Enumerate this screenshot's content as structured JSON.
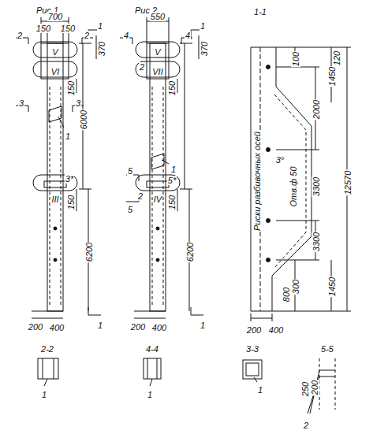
{
  "diagram": {
    "labels": [
      "Рис.1",
      "Рис.2",
      "1-1",
      "1",
      "1",
      "700",
      "150",
      "150",
      "2",
      "2",
      "370",
      "V",
      "VI",
      "150",
      "3",
      "3",
      "1",
      "6000",
      "3*",
      "III",
      "150",
      "6200",
      "200",
      "400",
      "1",
      "550",
      "4",
      "4",
      "370",
      "V",
      "2",
      "VII",
      "150",
      "5",
      "1",
      "2",
      "5*",
      "IV",
      "5",
      "150",
      "6200",
      "200",
      "400",
      "1",
      "120",
      "100",
      "2000",
      "1450",
      "3300",
      "12570",
      "3°",
      "Риски разбивочных осей",
      "Отв.ф 50",
      "3300",
      "300",
      "1450",
      "800",
      "200",
      "400",
      "2-2",
      "4-4",
      "3-3",
      "5-5",
      "1",
      "1",
      "1",
      "250",
      "200",
      "2"
    ]
  }
}
